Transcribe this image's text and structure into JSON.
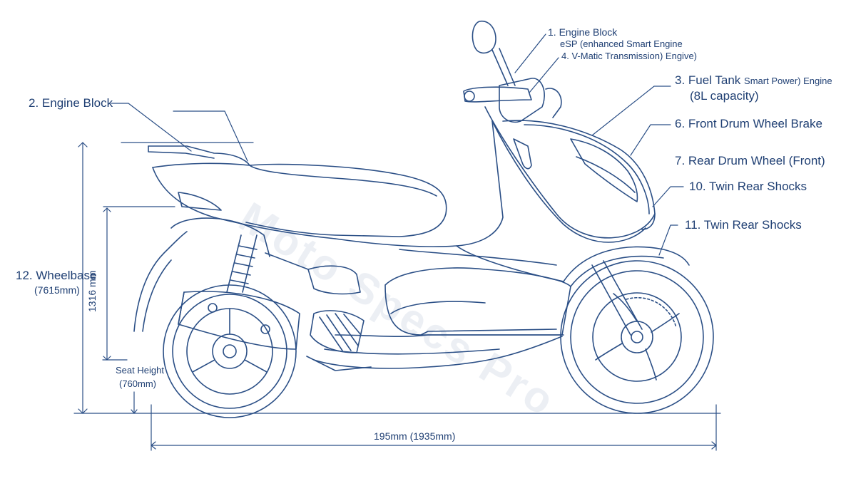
{
  "watermark": "Moto Specs Pro",
  "callouts": {
    "c1_line1": "1. Engine Block",
    "c1_line2": "eSP (enhanced Smart Engine",
    "c4": "4. V-Matic Transmission) Engive)",
    "c2": "2. Engine Block",
    "c3_line1": "3. Fuel Tank",
    "c3_line1b": "Smart Power) Engine",
    "c3_line2": "(8L capacity)",
    "c6": "6. Front Drum Wheel Brake",
    "c7": "7. Rear Drum Wheel (Front)",
    "c10": "10. Twin Rear Shocks",
    "c11": "11. Twin Rear Shocks"
  },
  "dimensions": {
    "wheelbase_title": "12. Wheelbase",
    "wheelbase_value": "(7615mm)",
    "height_vertical": "1316 mm",
    "seat_height_title": "Seat Height",
    "seat_height_value": "(760mm)",
    "overall_length": "195mm (1935mm)"
  },
  "colors": {
    "ink": "#1f3f73",
    "line": "#2b4f86",
    "paper": "#ffffff"
  }
}
